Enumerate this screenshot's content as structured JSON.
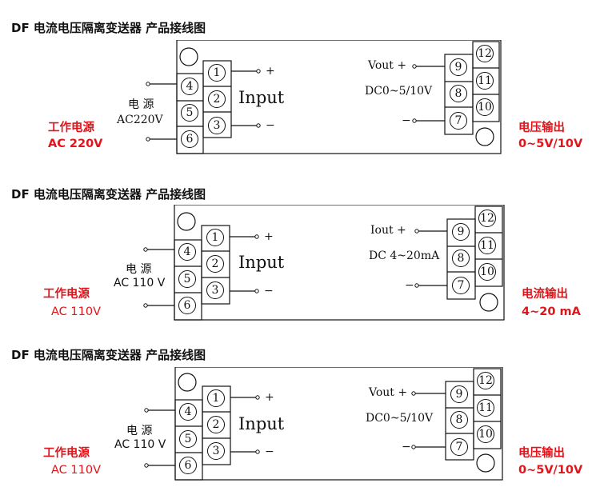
{
  "diagrams": [
    {
      "title": "DF 电流电压隔离变送器 产品接线图",
      "power": {
        "label": "电 源",
        "voltage": "AC220V"
      },
      "input": {
        "label": "Input",
        "plus": "+",
        "minus": "−",
        "terminals": [
          "1",
          "2",
          "3"
        ]
      },
      "power_terminals": [
        "4",
        "5",
        "6"
      ],
      "output": {
        "signal": "Vout +",
        "range": "DC0~5/10V",
        "minus": "−",
        "terminals": [
          "9",
          "8",
          "7"
        ],
        "spare": [
          "12",
          "11",
          "10"
        ]
      },
      "left_red": {
        "line1": "工作电源",
        "line2": "AC 220V"
      },
      "right_red": {
        "line1": "电压输出",
        "line2": "0~5V/10V"
      }
    },
    {
      "title": "DF 电流电压隔离变送器 产品接线图",
      "power": {
        "label": "电 源",
        "voltage": "AC 110 V"
      },
      "input": {
        "label": "Input",
        "plus": "+",
        "minus": "−",
        "terminals": [
          "1",
          "2",
          "3"
        ]
      },
      "power_terminals": [
        "4",
        "5",
        "6"
      ],
      "output": {
        "signal": "Iout +",
        "range": "DC 4~20mA",
        "minus": "−",
        "terminals": [
          "9",
          "8",
          "7"
        ],
        "spare": [
          "12",
          "11",
          "10"
        ]
      },
      "left_red": {
        "line1": "工作电源",
        "line2": "AC 110V"
      },
      "right_red": {
        "line1": "电流输出",
        "line2": "4~20 mA"
      }
    },
    {
      "title": "DF 电流电压隔离变送器 产品接线图",
      "power": {
        "label": "电 源",
        "voltage": "AC 110 V"
      },
      "input": {
        "label": "Input",
        "plus": "+",
        "minus": "−",
        "terminals": [
          "1",
          "2",
          "3"
        ]
      },
      "power_terminals": [
        "4",
        "5",
        "6"
      ],
      "output": {
        "signal": "Vout +",
        "range": "DC0~5/10V",
        "minus": "−",
        "terminals": [
          "9",
          "8",
          "7"
        ],
        "spare": [
          "12",
          "11",
          "10"
        ]
      },
      "left_red": {
        "line1": "工作电源",
        "line2": "AC 110V"
      },
      "right_red": {
        "line1": "电压输出",
        "line2": "0~5V/10V"
      }
    }
  ]
}
